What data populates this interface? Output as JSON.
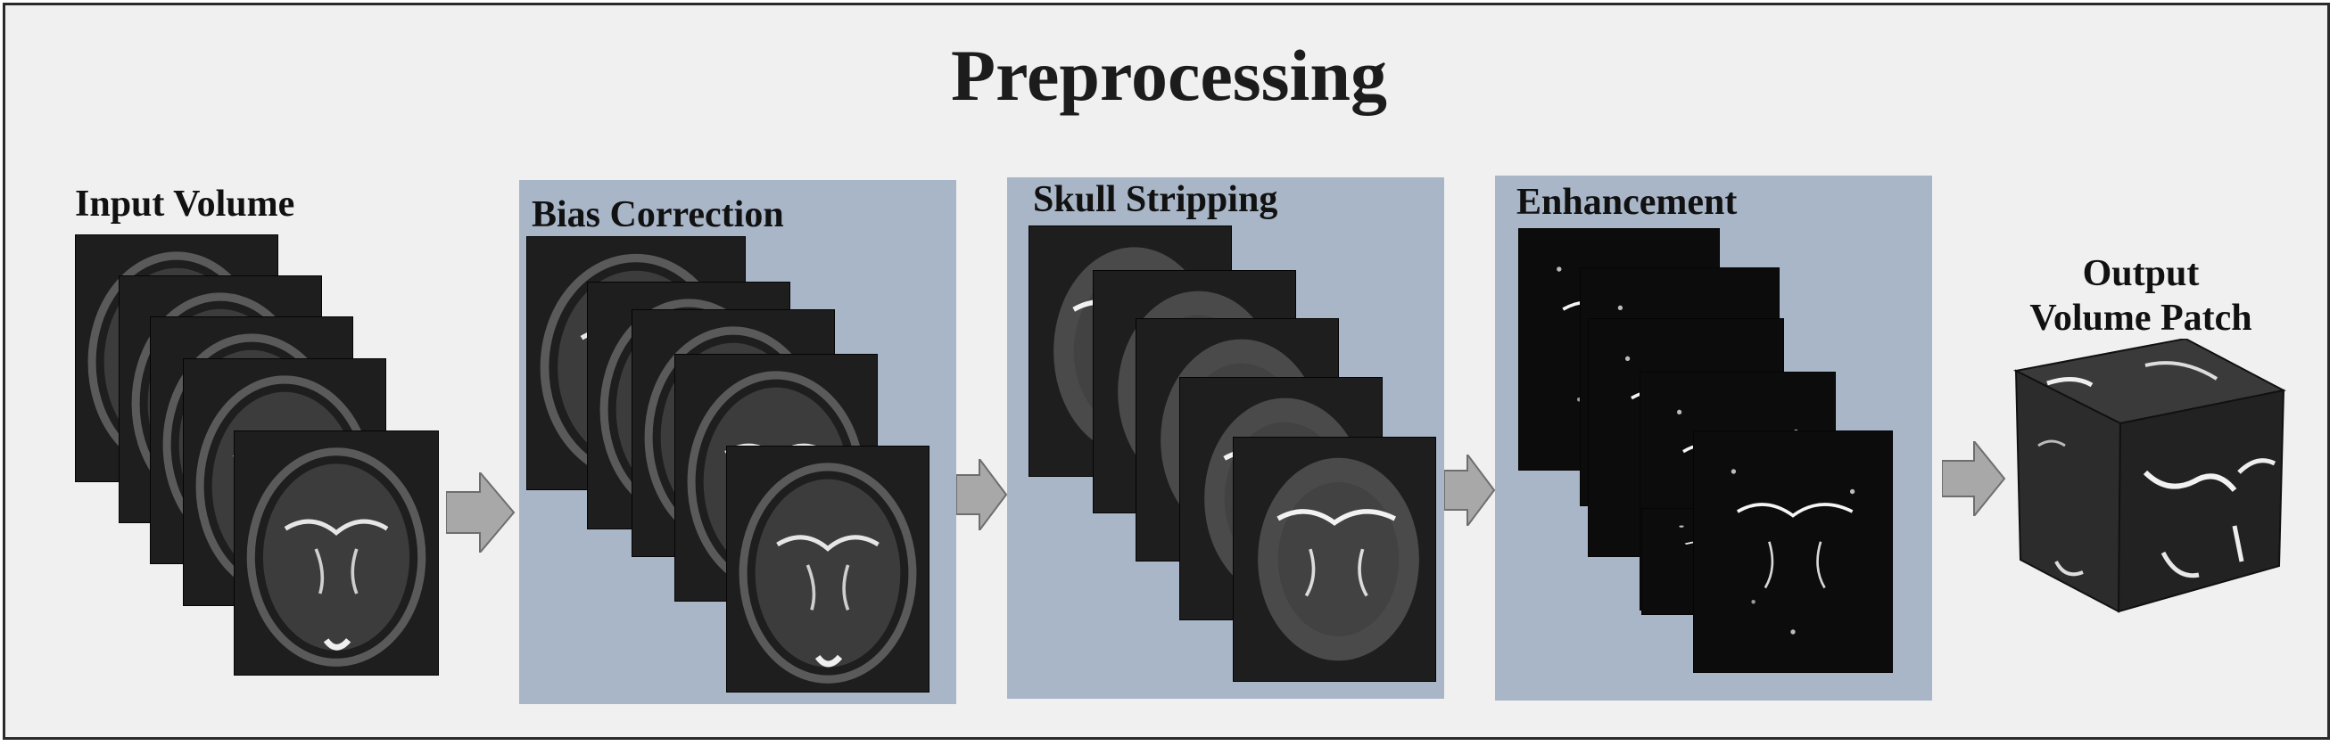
{
  "diagram": {
    "title": "Preprocessing",
    "stages": [
      {
        "name": "Input Volume"
      },
      {
        "name": "Bias Correction"
      },
      {
        "name": "Skull Stripping"
      },
      {
        "name": "Enhancement"
      }
    ],
    "output": {
      "line1": "Output",
      "line2": "Volume Patch"
    }
  },
  "colors": {
    "frame_background": "#f0f0f0",
    "panel_background": "#a9b6c8",
    "arrow_fill": "#a8a8a8",
    "slice_background": "#1e1e1e"
  },
  "icons": {
    "arrow": "right-block-arrow",
    "cube": "volume-cube"
  }
}
